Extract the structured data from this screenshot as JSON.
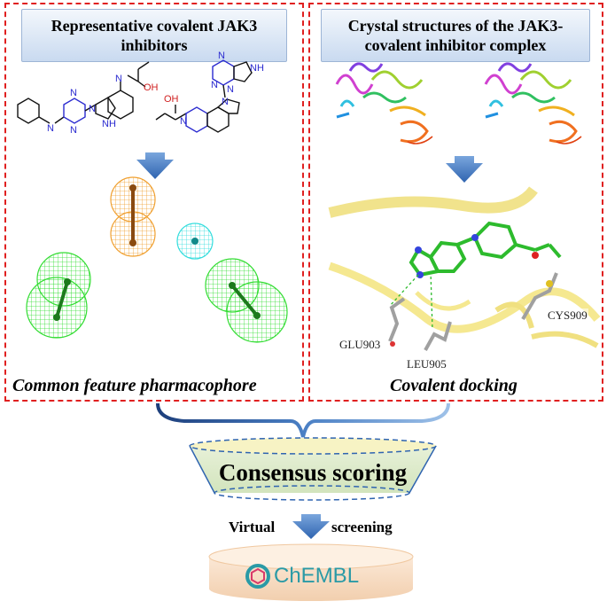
{
  "left_panel": {
    "title": "Representative covalent JAK3 inhibitors",
    "caption": "Common feature pharmacophore"
  },
  "right_panel": {
    "title": "Crystal structures of the JAK3-covalent inhibitor complex",
    "caption": "Covalent docking",
    "residues": [
      "GLU903",
      "LEU905",
      "CYS909"
    ]
  },
  "molecule_atoms": [
    "N",
    "N",
    "N",
    "N",
    "NH",
    "N",
    "OH",
    "OH",
    "N",
    "N",
    "N",
    "N",
    "NH",
    "N"
  ],
  "consensus": {
    "label": "Consensus scoring"
  },
  "virtual_screening": {
    "left": "Virtual",
    "right": "screening"
  },
  "database": {
    "name": "ChEMBL"
  },
  "colors": {
    "dashed_border": "#e02020",
    "title_box": "#c9daf0",
    "arrow": "#4a7fc4",
    "pharm_green": "#33dd33",
    "pharm_orange": "#f0a030",
    "pharm_cyan": "#33dddd",
    "chembl": "#2a9aa6"
  }
}
